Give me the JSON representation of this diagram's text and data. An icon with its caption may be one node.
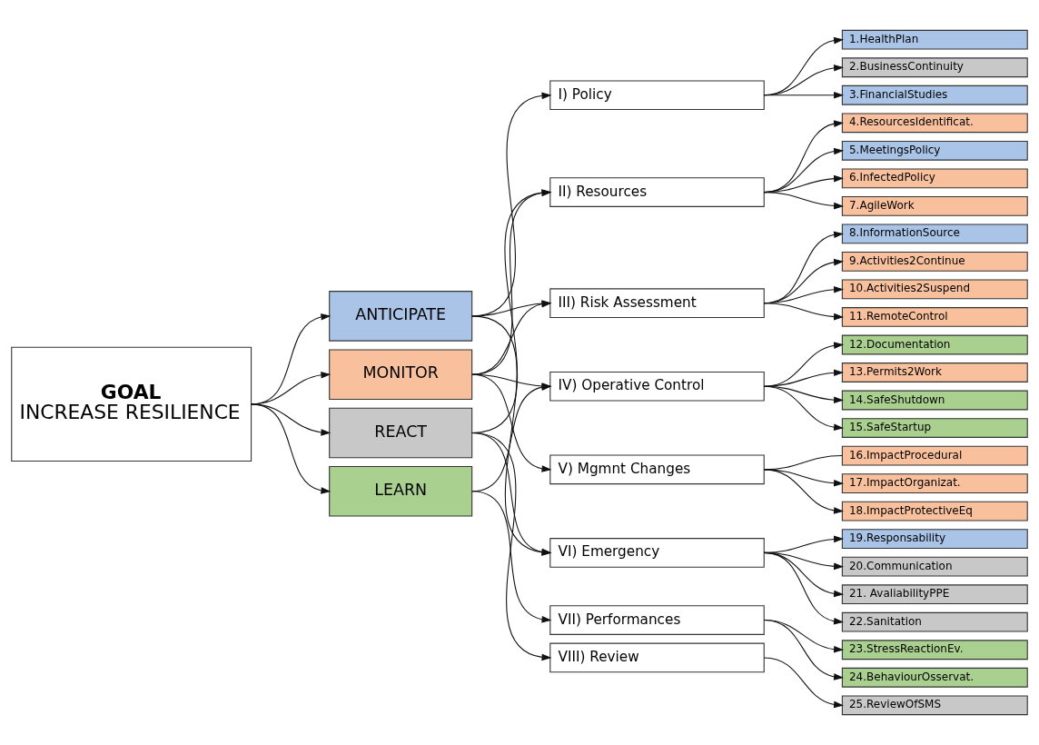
{
  "diagram": {
    "nodes": [
      {
        "text": [
          "GOAL",
          "INCREASE RESILIENCE"
        ]
      },
      {
        "text": [
          "ANTICIPATE"
        ]
      },
      {
        "text": [
          "MONITOR"
        ]
      },
      {
        "text": [
          "REACT"
        ]
      },
      {
        "text": [
          "LEARN"
        ]
      },
      {
        "text": [
          "I) Policy"
        ]
      },
      {
        "text": [
          "II) Resources"
        ]
      },
      {
        "text": [
          "III) Risk Assessment"
        ]
      },
      {
        "text": [
          "IV) Operative Control"
        ]
      },
      {
        "text": [
          "V) Mgmnt Changes"
        ]
      },
      {
        "text": [
          "VI) Emergency"
        ]
      },
      {
        "text": [
          "VII) Performances"
        ]
      },
      {
        "text": [
          "VIII) Review"
        ]
      },
      {
        "text": [
          "1.HealthPlan"
        ]
      },
      {
        "text": [
          "2.BusinessContinuity"
        ]
      },
      {
        "text": [
          "3.FinancialStudies"
        ]
      },
      {
        "text": [
          "4.ResourcesIdentificat."
        ]
      },
      {
        "text": [
          "5.MeetingsPolicy"
        ]
      },
      {
        "text": [
          "6.InfectedPolicy"
        ]
      },
      {
        "text": [
          "7.AgileWork"
        ]
      },
      {
        "text": [
          "8.InformationSource"
        ]
      },
      {
        "text": [
          "9.Activities2Continue"
        ]
      },
      {
        "text": [
          "10.Activities2Suspend"
        ]
      },
      {
        "text": [
          "11.RemoteControl"
        ]
      },
      {
        "text": [
          "12.Documentation"
        ]
      },
      {
        "text": [
          "13.Permits2Work"
        ]
      },
      {
        "text": [
          "14.SafeShutdown"
        ]
      },
      {
        "text": [
          "15.SafeStartup"
        ]
      },
      {
        "text": [
          "16.ImpactProcedural"
        ]
      },
      {
        "text": [
          "17.ImpactOrganizat."
        ]
      },
      {
        "text": [
          "18.ImpactProtectiveEq"
        ]
      },
      {
        "text": [
          "19.Responsability"
        ]
      },
      {
        "text": [
          "20.Communication"
        ]
      },
      {
        "text": [
          "21. AvaliabilityPPE"
        ]
      },
      {
        "text": [
          "22.Sanitation"
        ]
      },
      {
        "text": [
          "23.StressReactionEv."
        ]
      },
      {
        "text": [
          "24.BehaviourOsservat."
        ]
      },
      {
        "text": [
          "25.ReviewOfSMS"
        ]
      }
    ],
    "edges": [
      {
        "from": 0,
        "to": 1,
        "arrow": "to"
      },
      {
        "from": 0,
        "to": 2,
        "arrow": "to"
      },
      {
        "from": 0,
        "to": 3,
        "arrow": "to"
      },
      {
        "from": 0,
        "to": 4,
        "arrow": "to"
      },
      {
        "from": 1,
        "to": 5,
        "arrow": "to"
      },
      {
        "from": 1,
        "to": 7,
        "arrow": "to"
      },
      {
        "from": 1,
        "to": 10,
        "arrow": "to"
      },
      {
        "from": 2,
        "to": 6,
        "arrow": "to"
      },
      {
        "from": 2,
        "to": 7,
        "arrow": "to"
      },
      {
        "from": 2,
        "to": 8,
        "arrow": "to"
      },
      {
        "from": 2,
        "to": 9,
        "arrow": "to"
      },
      {
        "from": 3,
        "to": 6,
        "arrow": "to"
      },
      {
        "from": 3,
        "to": 10,
        "arrow": "to"
      },
      {
        "from": 3,
        "to": 12,
        "arrow": "to"
      },
      {
        "from": 4,
        "to": 8,
        "arrow": "to"
      },
      {
        "from": 4,
        "to": 11,
        "arrow": "to"
      },
      {
        "from": 5,
        "to": 13,
        "arrow": "to"
      },
      {
        "from": 5,
        "to": 14,
        "arrow": "to"
      },
      {
        "from": 5,
        "to": 15,
        "arrow": "to"
      },
      {
        "from": 6,
        "to": 16,
        "arrow": "to"
      },
      {
        "from": 6,
        "to": 17,
        "arrow": "to"
      },
      {
        "from": 6,
        "to": 18,
        "arrow": "to"
      },
      {
        "from": 6,
        "to": 19,
        "arrow": "to"
      },
      {
        "from": 7,
        "to": 20,
        "arrow": "to"
      },
      {
        "from": 7,
        "to": 21,
        "arrow": "to"
      },
      {
        "from": 7,
        "to": 22,
        "arrow": "to"
      },
      {
        "from": 7,
        "to": 23,
        "arrow": "to"
      },
      {
        "from": 8,
        "to": 24,
        "arrow": "to"
      },
      {
        "from": 8,
        "to": 25,
        "arrow": "to"
      },
      {
        "from": 8,
        "to": 26,
        "arrow": "to"
      },
      {
        "from": 8,
        "to": 27,
        "arrow": "to"
      },
      {
        "from": 9,
        "to": 28,
        "arrow": "none"
      },
      {
        "from": 9,
        "to": 29,
        "arrow": "to"
      },
      {
        "from": 9,
        "to": 30,
        "arrow": "to"
      },
      {
        "from": 10,
        "to": 31,
        "arrow": "to"
      },
      {
        "from": 10,
        "to": 32,
        "arrow": "to"
      },
      {
        "from": 10,
        "to": 33,
        "arrow": "to"
      },
      {
        "from": 10,
        "to": 34,
        "arrow": "to"
      },
      {
        "from": 11,
        "to": 35,
        "arrow": "to"
      },
      {
        "from": 11,
        "to": 36,
        "arrow": "to"
      },
      {
        "from": 12,
        "to": 37,
        "arrow": "to"
      }
    ]
  }
}
